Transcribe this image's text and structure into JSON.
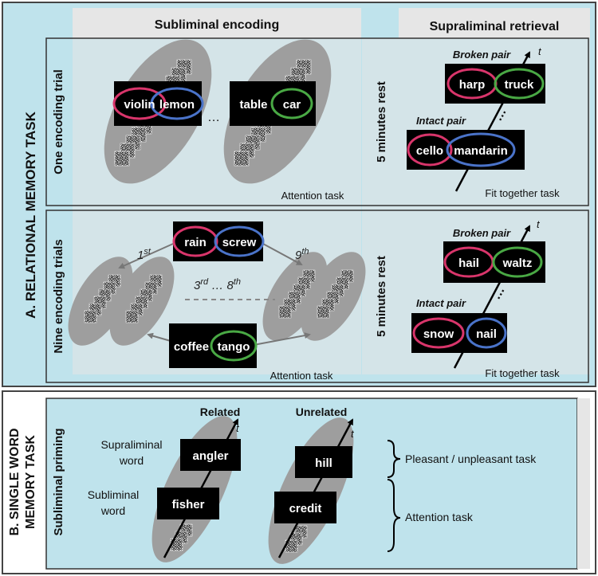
{
  "colors": {
    "panel_bg": "#bfe3ec",
    "column_header_bg": "#e6e6e6",
    "slide_bg": "#000000",
    "slide_text": "#ffffff",
    "ellipse_pink": "#d9356b",
    "ellipse_blue": "#4a73c9",
    "ellipse_green": "#49a844",
    "stack_ellipse": "#9e9e9e"
  },
  "panel_a": {
    "label": "A. RELATIONAL MEMORY TASK",
    "col_encoding_header": "Subliminal encoding",
    "col_retrieval_header": "Supraliminal retrieval",
    "row1": {
      "label": "One encoding trial",
      "pair1": {
        "word1": "violin",
        "word2": "lemon"
      },
      "ellipsis": "…",
      "pair2": {
        "word1": "table",
        "word2": "car"
      },
      "attention": "Attention task",
      "rest": "5 minutes rest",
      "broken_label": "Broken pair",
      "broken": {
        "word1": "harp",
        "word2": "truck"
      },
      "intact_label": "Intact pair",
      "intact": {
        "word1": "cello",
        "word2": "mandarin"
      },
      "time": "t",
      "fit_task": "Fit together task"
    },
    "row2": {
      "label": "Nine encoding trials",
      "pair1": {
        "word1": "rain",
        "word2": "screw"
      },
      "pair2": {
        "word1": "coffee",
        "word2": "tango"
      },
      "first_base": "1",
      "first_sup": "st",
      "mid_base1": "3",
      "mid_sup1": "rd",
      "mid_dots": " … ",
      "mid_base2": "8",
      "mid_sup2": "th",
      "ninth_base": "9",
      "ninth_sup": "th",
      "attention": "Attention task",
      "rest": "5 minutes rest",
      "broken_label": "Broken pair",
      "broken": {
        "word1": "hail",
        "word2": "waltz"
      },
      "intact_label": "Intact pair",
      "intact": {
        "word1": "snow",
        "word2": "nail"
      },
      "time": "t",
      "fit_task": "Fit together task"
    }
  },
  "panel_b": {
    "label_line1": "B. SINGLE WORD",
    "label_line2": "MEMORY TASK",
    "subliminal_priming": "Subliminal priming",
    "supraliminal_line1": "Supraliminal",
    "supraliminal_line2": "word",
    "subliminal_line1": "Subliminal",
    "subliminal_line2": "word",
    "related": "Related",
    "unrelated": "Unrelated",
    "related_top": "angler",
    "related_bottom": "fisher",
    "unrelated_top": "hill",
    "unrelated_bottom": "credit",
    "time": "t",
    "pleasant_task": "Pleasant / unpleasant task",
    "attention_task": "Attention task"
  }
}
